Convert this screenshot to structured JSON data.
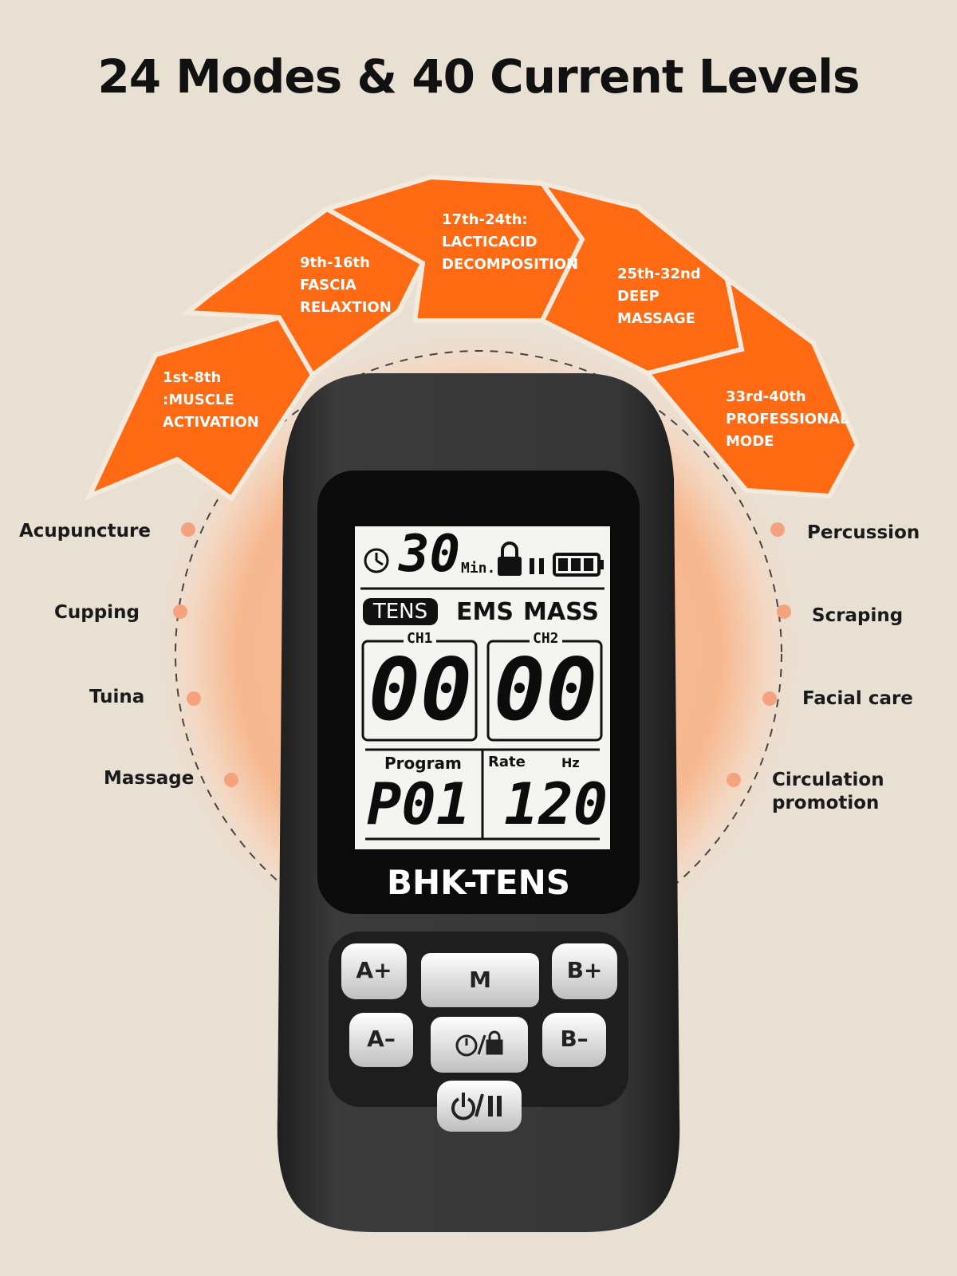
{
  "title": "24 Modes & 40 Current Levels",
  "segments": [
    {
      "label": "1st-8th\n:MUSCLE\nACTIVATION"
    },
    {
      "label": "9th-16th\nFASCIA\nRELAXTION"
    },
    {
      "label": "17th-24th:\nLACTICACID\nDECOMPOSITION"
    },
    {
      "label": "25th-32nd\nDEEP\nMASSAGE"
    },
    {
      "label": "33rd-40th\nPROFESSIONAL\nMODE"
    }
  ],
  "left_features": [
    "Acupuncture",
    "Cupping",
    "Tuina",
    "Massage"
  ],
  "right_features": [
    "Percussion",
    "Scraping",
    "Facial care",
    "Circulation\npromotion"
  ],
  "display": {
    "timer_value": "30",
    "timer_unit": "Min.",
    "modes": {
      "active": "TENS",
      "other1": "EMS",
      "other2": "MASS"
    },
    "ch1_label": "CH1",
    "ch2_label": "CH2",
    "ch1_value": "00",
    "ch2_value": "00",
    "program_label": "Program",
    "program_value": "P01",
    "rate_label": "Rate",
    "rate_unit": "Hz",
    "rate_value": "120",
    "battery_bars": 3
  },
  "device": {
    "brand": "BHK-TENS",
    "buttons": {
      "a_plus": "A+",
      "m": "M",
      "b_plus": "B+",
      "a_minus": "A–",
      "b_minus": "B–"
    }
  },
  "colors": {
    "accent": "#ff6a13",
    "background": "#e9e0d4",
    "device_body": "#2b2b2b"
  }
}
